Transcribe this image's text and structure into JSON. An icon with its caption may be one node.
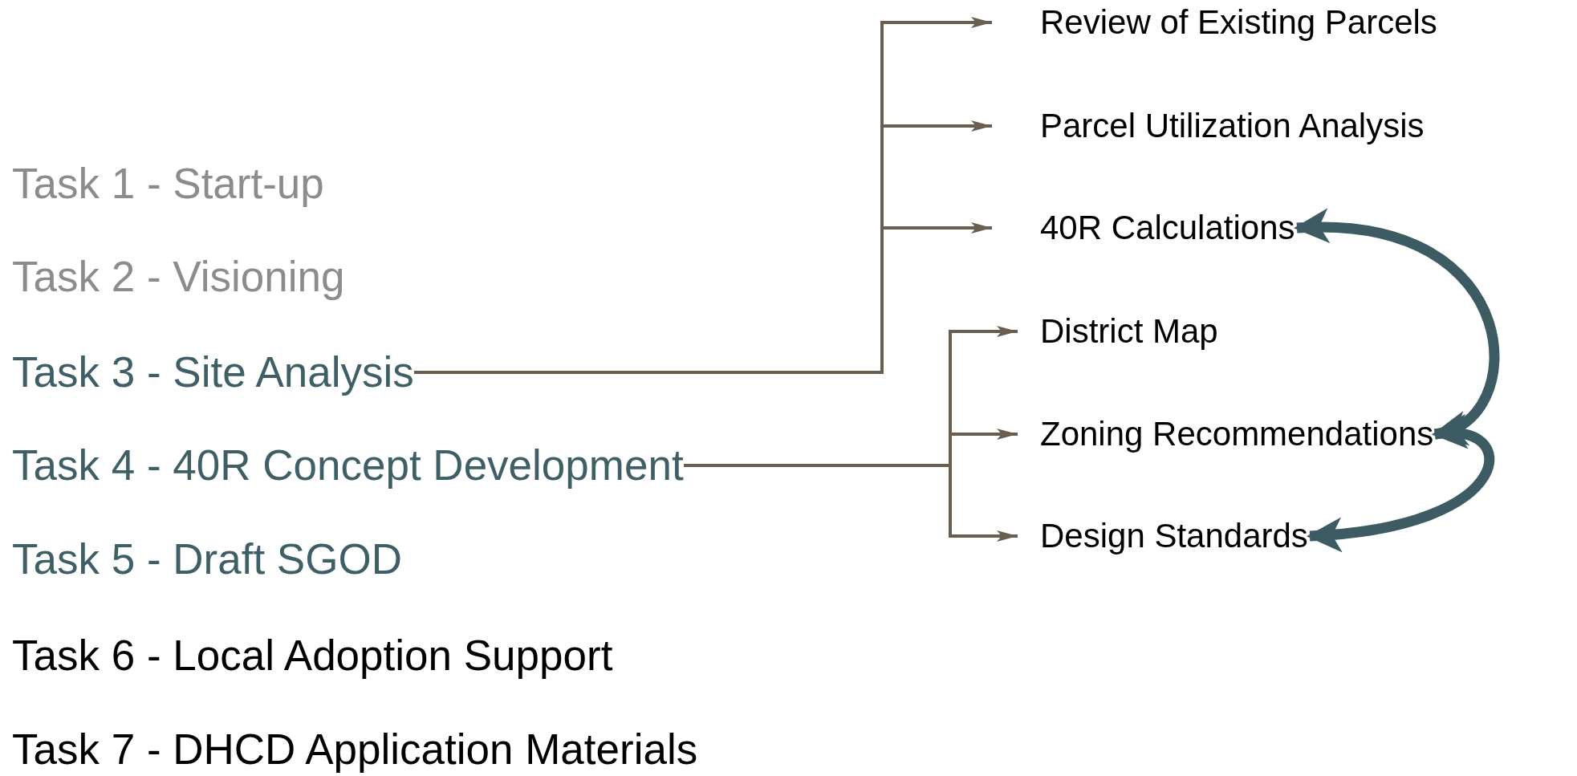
{
  "diagram": {
    "nodes": [
      {
        "text": [
          "Task 1 - Start-up"
        ]
      },
      {
        "text": [
          "Task 2 - Visioning"
        ]
      },
      {
        "text": [
          "Task 3 - Site Analysis"
        ]
      },
      {
        "text": [
          "Task 4 - 40R Concept Development"
        ]
      },
      {
        "text": [
          "Task 5 - Draft SGOD"
        ]
      },
      {
        "text": [
          "Task 6 - Local Adoption Support"
        ]
      },
      {
        "text": [
          "Task 7 - DHCD Application Materials"
        ]
      },
      {
        "text": [
          "Review of Existing Parcels"
        ]
      },
      {
        "text": [
          "Parcel Utilization Analysis"
        ]
      },
      {
        "text": [
          "40R Calculations"
        ]
      },
      {
        "text": [
          "District Map"
        ]
      },
      {
        "text": [
          "Zoning Recommendations"
        ]
      },
      {
        "text": [
          "Design Standards"
        ]
      }
    ],
    "edges": [
      {
        "from": 2,
        "to": 7,
        "arrow": "to"
      },
      {
        "from": 2,
        "to": 8,
        "arrow": "to"
      },
      {
        "from": 2,
        "to": 9,
        "arrow": "to"
      },
      {
        "from": 3,
        "to": 10,
        "arrow": "to"
      },
      {
        "from": 3,
        "to": 11,
        "arrow": "to"
      },
      {
        "from": 3,
        "to": 12,
        "arrow": "to"
      },
      {
        "from": 9,
        "to": 11,
        "arrow": "both",
        "style": "thick",
        "color": "#3d5b63"
      },
      {
        "from": 11,
        "to": 12,
        "arrow": "both",
        "style": "thick",
        "color": "#3d5b63"
      }
    ]
  }
}
